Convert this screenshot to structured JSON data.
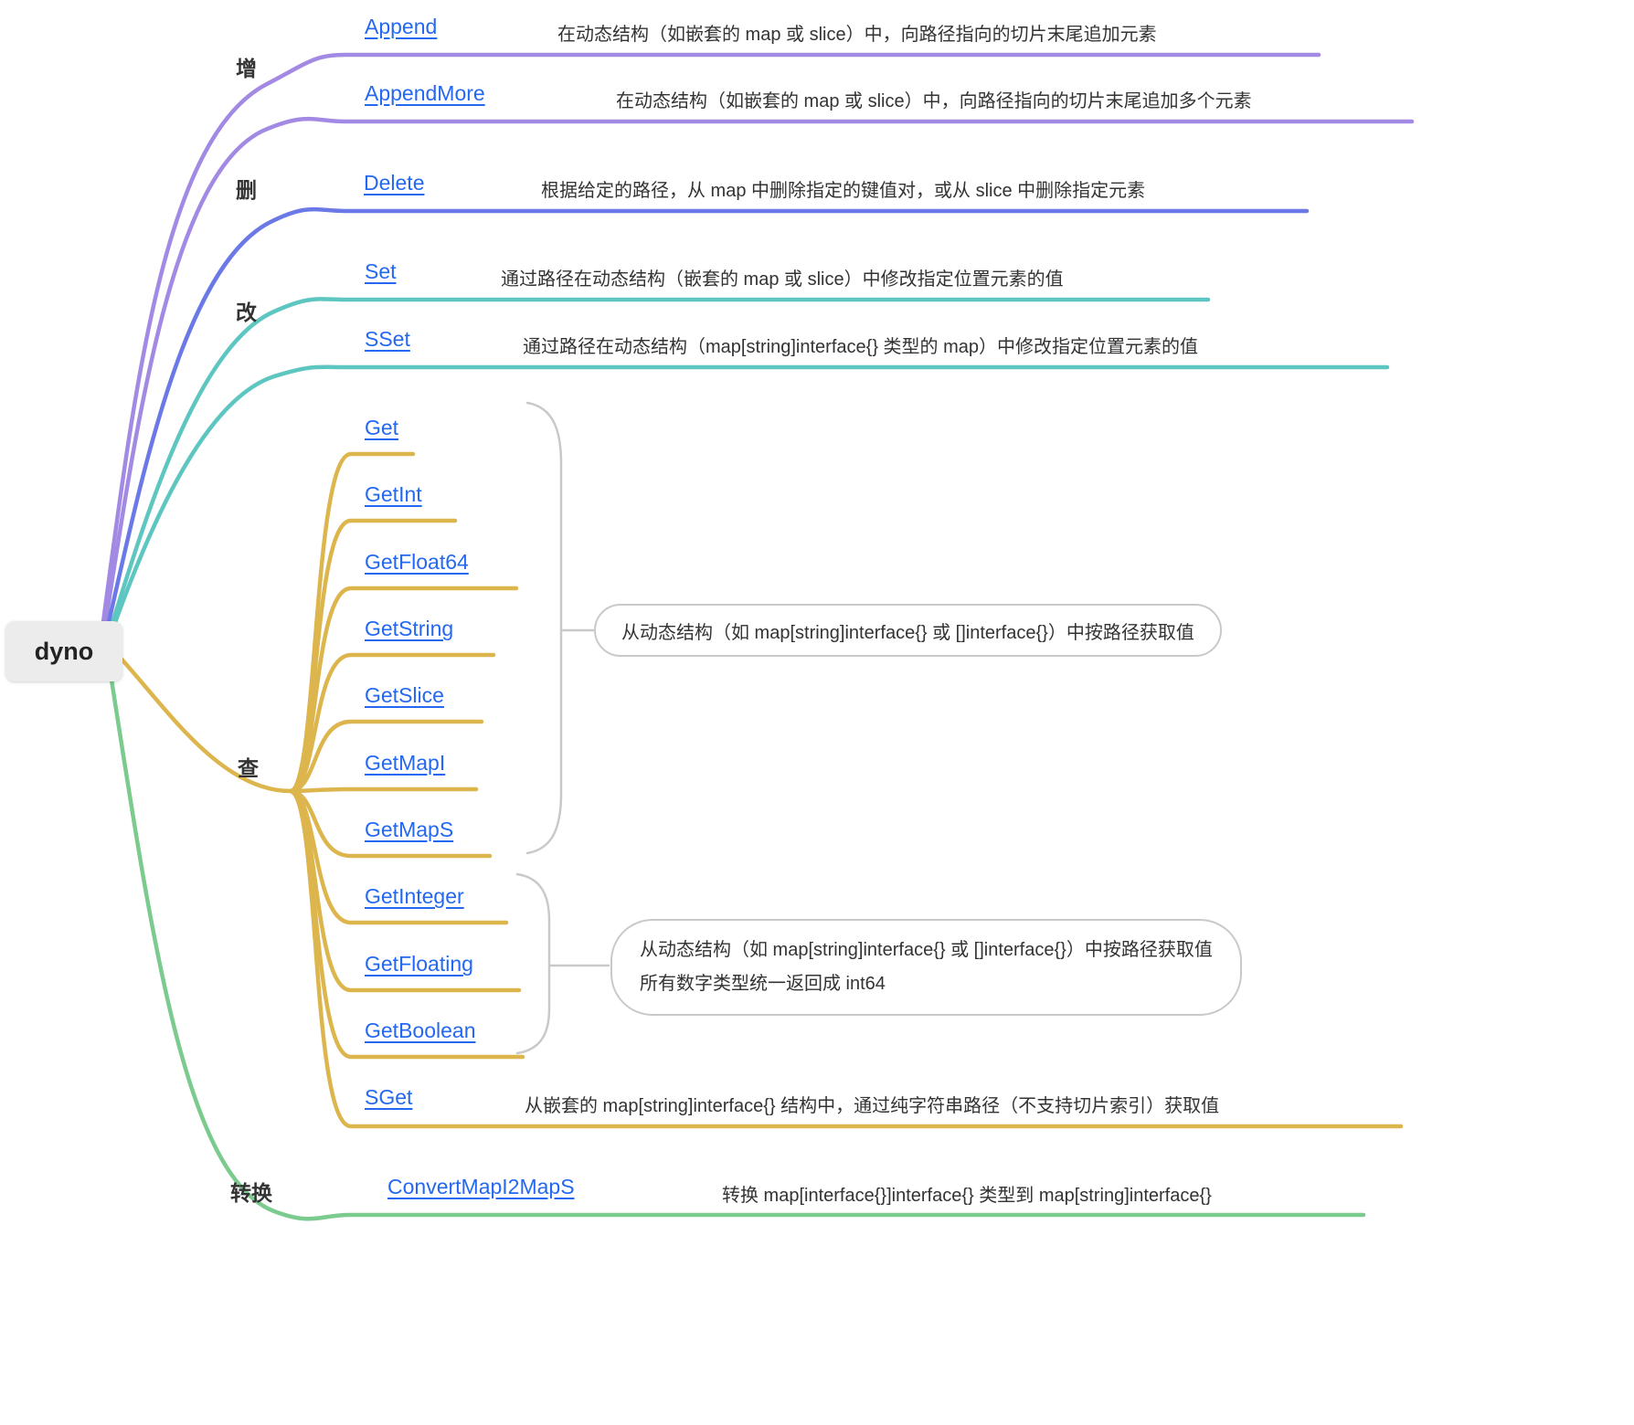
{
  "colors": {
    "purple": "#a289e3",
    "indigo": "#6b79e6",
    "teal": "#5ec6c0",
    "gold": "#ddb54d",
    "green": "#7bcb8e",
    "link_blue": "#2468f2",
    "bracket_gray": "#c9c9c9",
    "text_dark": "#333333"
  },
  "root": {
    "label": "dyno"
  },
  "branches": {
    "add": {
      "label": "增",
      "items": [
        {
          "name": "Append",
          "desc": "在动态结构（如嵌套的 map 或 slice）中，向路径指向的切片末尾追加元素"
        },
        {
          "name": "AppendMore",
          "desc": "在动态结构（如嵌套的 map 或 slice）中，向路径指向的切片末尾追加多个元素"
        }
      ]
    },
    "delete": {
      "label": "删",
      "items": [
        {
          "name": "Delete",
          "desc": "根据给定的路径，从 map 中删除指定的键值对，或从 slice 中删除指定元素"
        }
      ]
    },
    "modify": {
      "label": "改",
      "items": [
        {
          "name": "Set",
          "desc": "通过路径在动态结构（嵌套的 map 或 slice）中修改指定位置元素的值"
        },
        {
          "name": "SSet",
          "desc": "通过路径在动态结构（map[string]interface{} 类型的 map）中修改指定位置元素的值"
        }
      ]
    },
    "query": {
      "label": "查",
      "group_basic": {
        "methods": [
          "Get",
          "GetInt",
          "GetFloat64",
          "GetString",
          "GetSlice",
          "GetMapI",
          "GetMapS"
        ],
        "desc": "从动态结构（如 map[string]interface{} 或 []interface{}）中按路径获取值"
      },
      "group_typed": {
        "methods": [
          "GetInteger",
          "GetFloating",
          "GetBoolean"
        ],
        "desc_line1": "从动态结构（如 map[string]interface{} 或 []interface{}）中按路径获取值",
        "desc_line2": "所有数字类型统一返回成 int64"
      },
      "sget": {
        "name": "SGet",
        "desc": "从嵌套的 map[string]interface{} 结构中，通过纯字符串路径（不支持切片索引）获取值"
      }
    },
    "convert": {
      "label": "转换",
      "items": [
        {
          "name": "ConvertMapI2MapS",
          "desc": "转换 map[interface{}]interface{} 类型到 map[string]interface{}"
        }
      ]
    }
  }
}
